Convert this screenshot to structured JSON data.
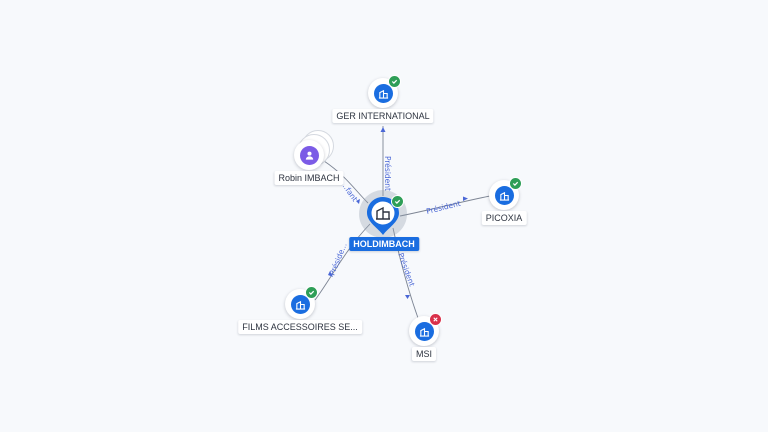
{
  "center": {
    "label": "HOLDIMBACH",
    "icon": "building-icon",
    "status": "active"
  },
  "nodes": [
    {
      "id": "ger",
      "label": "GER INTERNATIONAL",
      "type": "company",
      "icon": "building-icon",
      "status": "active"
    },
    {
      "id": "robin",
      "label": "Robin IMBACH",
      "type": "person",
      "icon": "person-icon"
    },
    {
      "id": "picoxia",
      "label": "PICOXIA",
      "type": "company",
      "icon": "building-icon",
      "status": "active"
    },
    {
      "id": "films",
      "label": "FILMS ACCESSOIRES SE...",
      "type": "company",
      "icon": "building-icon",
      "status": "active"
    },
    {
      "id": "msi",
      "label": "MSI",
      "type": "company",
      "icon": "building-icon",
      "status": "closed"
    }
  ],
  "edges": [
    {
      "to": "ger",
      "label": "Président"
    },
    {
      "to": "robin",
      "label": "...fant"
    },
    {
      "to": "picoxia",
      "label": "Président"
    },
    {
      "to": "films",
      "label": "Préside..."
    },
    {
      "to": "msi",
      "label": "Président"
    }
  ],
  "colors": {
    "company": "#1a6de0",
    "person": "#7b5be6",
    "active_badge": "#2e9e57",
    "closed_badge": "#d9304a",
    "edge_label": "#4a67d6"
  }
}
